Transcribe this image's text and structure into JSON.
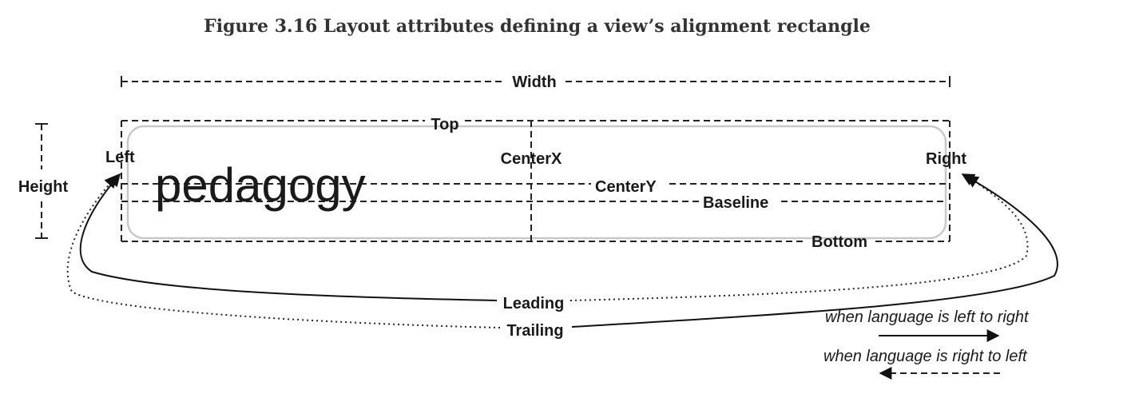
{
  "caption": "Figure 3.16  Layout attributes defining a view’s alignment rectangle",
  "sample_text": "pedagogy",
  "labels": {
    "width": "Width",
    "height": "Height",
    "top": "Top",
    "bottom": "Bottom",
    "left": "Left",
    "right": "Right",
    "center_x": "CenterX",
    "center_y": "CenterY",
    "baseline": "Baseline",
    "leading": "Leading",
    "trailing": "Trailing"
  },
  "legend": {
    "ltr": "when language is left to right",
    "rtl": "when language is right to left"
  }
}
